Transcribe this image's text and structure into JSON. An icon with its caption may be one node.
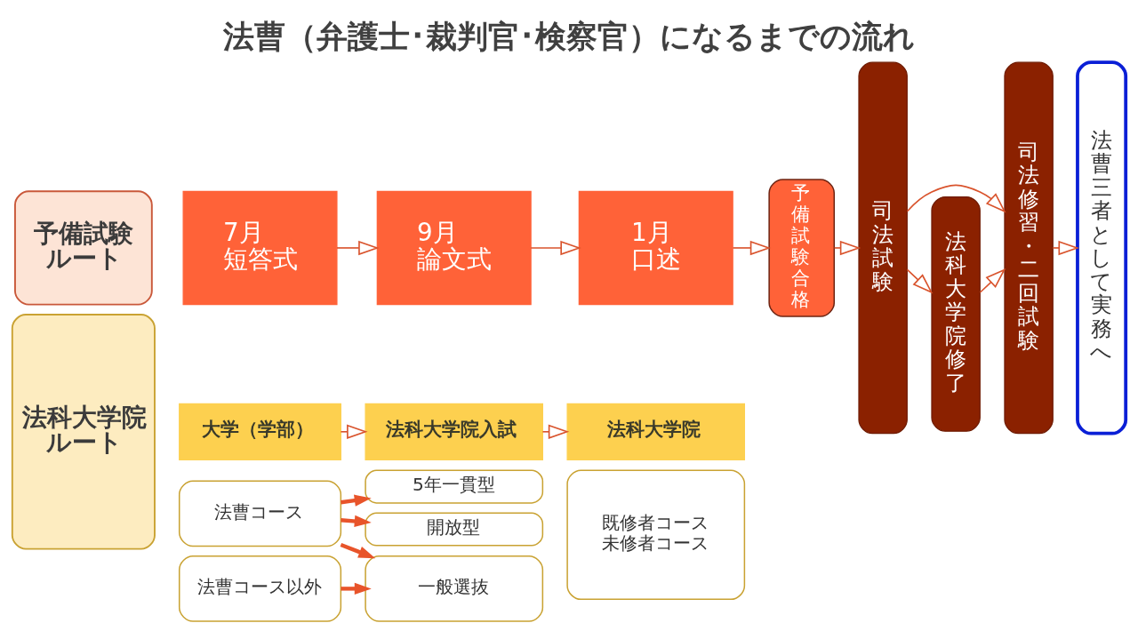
{
  "diagram": {
    "title": "法曹（弁護士･裁判官･検察官）になるまでの流れ",
    "nodes": [
      {
        "text": [
          "予備試験ルート"
        ]
      },
      {
        "text": [
          "7月",
          "短答式"
        ]
      },
      {
        "text": [
          "9月",
          "論文式"
        ]
      },
      {
        "text": [
          "1月",
          "口述"
        ]
      },
      {
        "text": [
          "予備試験合格"
        ]
      },
      {
        "text": [
          "司法試験"
        ]
      },
      {
        "text": [
          "司法修習・二回試験"
        ]
      },
      {
        "text": [
          "法曹三者として実務へ"
        ]
      },
      {
        "text": [
          "法科大学院ルート"
        ]
      },
      {
        "text": [
          "大学（学部）"
        ]
      },
      {
        "text": [
          "法科大学院入試"
        ]
      },
      {
        "text": [
          "法科大学院"
        ]
      },
      {
        "text": [
          "法曹コース"
        ]
      },
      {
        "text": [
          "5年一貫型"
        ]
      },
      {
        "text": [
          "開放型"
        ]
      },
      {
        "text": [
          "既修者コース",
          "未修者コース"
        ]
      },
      {
        "text": [
          "法曹コース以外"
        ]
      },
      {
        "text": [
          "一般選抜"
        ]
      },
      {
        "text": [
          "法科大学院修了"
        ]
      }
    ],
    "edges": [
      {
        "from": 1,
        "to": 2,
        "arrow": "to"
      },
      {
        "from": 2,
        "to": 3,
        "arrow": "to"
      },
      {
        "from": 3,
        "to": 4,
        "arrow": "to"
      },
      {
        "from": 4,
        "to": 5,
        "arrow": "to"
      },
      {
        "from": 5,
        "to": 6,
        "arrow": "to"
      },
      {
        "from": 6,
        "to": 7,
        "arrow": "to"
      },
      {
        "from": 9,
        "to": 10,
        "arrow": "to"
      },
      {
        "from": 10,
        "to": 11,
        "arrow": "to"
      },
      {
        "from": 12,
        "to": 13,
        "arrow": "to",
        "style": "thick"
      },
      {
        "from": 12,
        "to": 14,
        "arrow": "to",
        "style": "thick"
      },
      {
        "from": 12,
        "to": 17,
        "arrow": "to",
        "style": "thick"
      },
      {
        "from": 16,
        "to": 17,
        "arrow": "to",
        "style": "thick"
      },
      {
        "from": 5,
        "to": 18,
        "arrow": "to"
      },
      {
        "from": 18,
        "to": 6,
        "arrow": "to"
      }
    ]
  }
}
